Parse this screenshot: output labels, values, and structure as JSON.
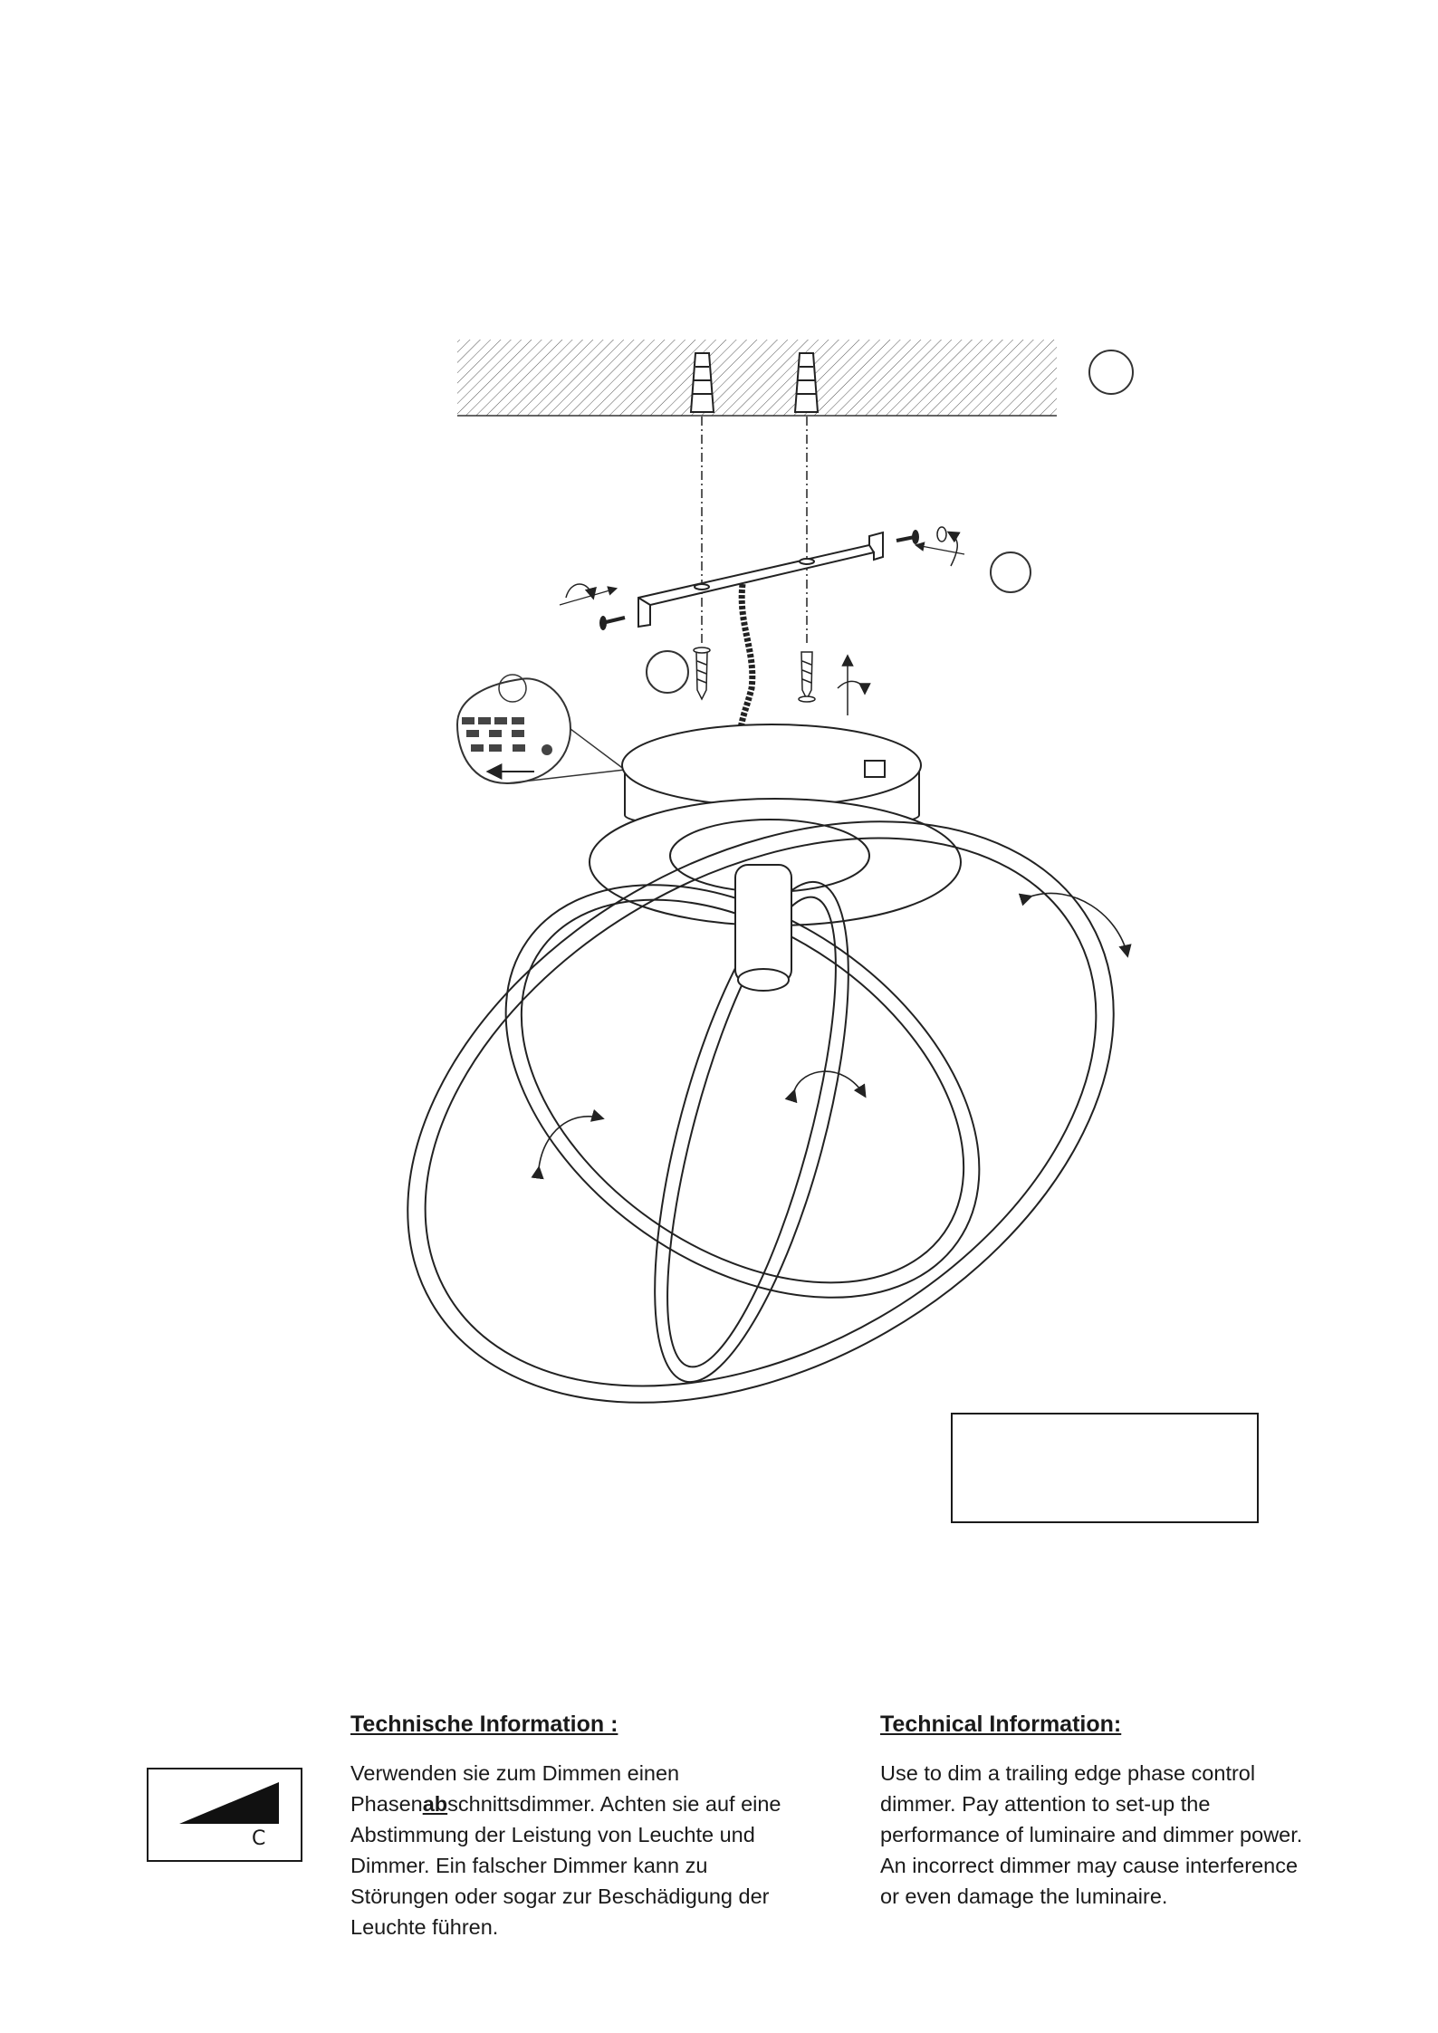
{
  "de": {
    "heading": "Technische Information :",
    "line1": "Verwenden sie zum Dimmen einen",
    "line2_pre": "Phasen",
    "line2_bold": "ab",
    "line2_post": "schnittsdimmer. Achten sie auf eine",
    "line3": "Abstimmung der Leistung von Leuchte und",
    "line4": "Dimmer. Ein falscher Dimmer kann zu",
    "line5": "Störungen oder sogar zur Beschädigung der",
    "line6": "Leuchte führen."
  },
  "en": {
    "heading": "Technical Information:",
    "line1": "Use to dim a trailing edge phase control",
    "line2": "dimmer. Pay attention to set-up the",
    "line3": "performance of luminaire and dimmer power.",
    "line4": "An incorrect dimmer may cause interference",
    "line5": "or even damage the luminaire."
  },
  "dimmer_symbol": {
    "letter": "C"
  }
}
